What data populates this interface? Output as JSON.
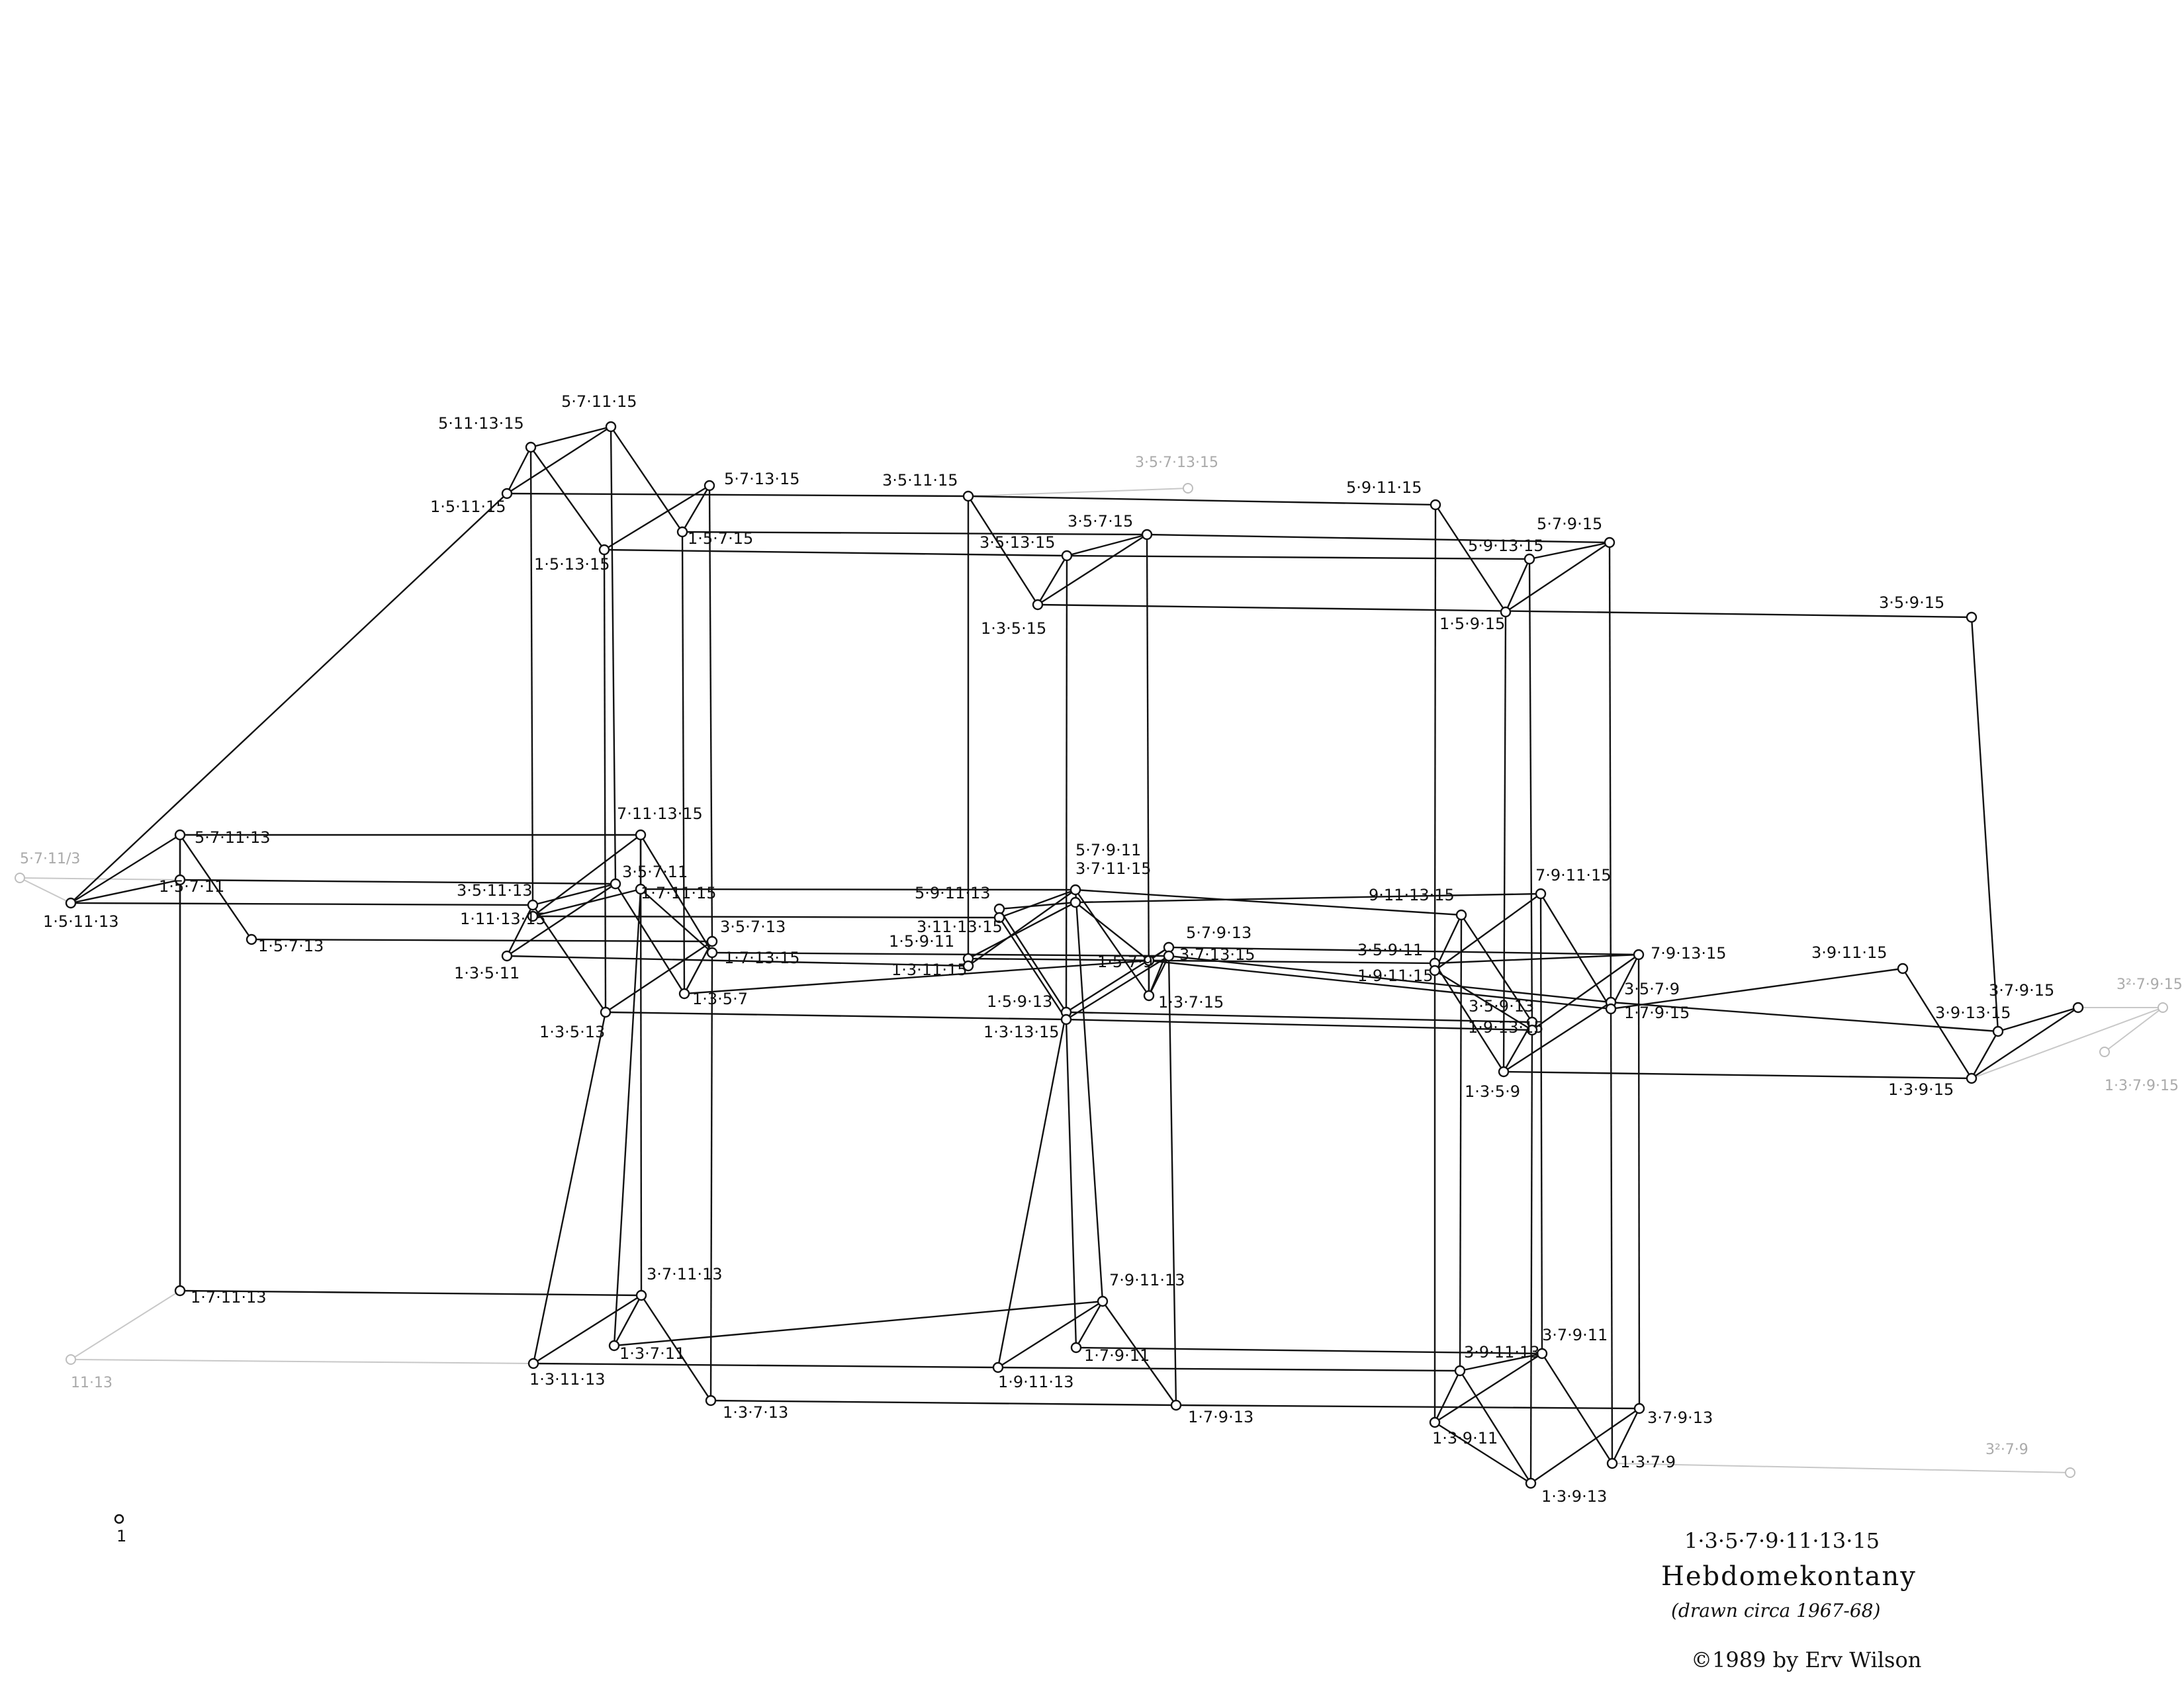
{
  "caption": {
    "series": "1·3·5·7·9·11·13·15",
    "title": "Hebdomekontany",
    "subtitle": "(drawn circa 1967-68)",
    "copyright": "©1989 by Erv Wilson"
  },
  "nodes": [
    {
      "id": "5.7.11.15",
      "label": "5·7·11·15"
    },
    {
      "id": "5.11.13.15",
      "label": "5·11·13·15"
    },
    {
      "id": "1.5.11.15",
      "label": "1·5·11·15"
    },
    {
      "id": "1.5.13.15",
      "label": "1·5·13·15"
    },
    {
      "id": "5.7.13.15",
      "label": "5·7·13·15"
    },
    {
      "id": "1.5.7.15",
      "label": "1·5·7·15"
    },
    {
      "id": "3.5.11.15",
      "label": "3·5·11·15"
    },
    {
      "id": "3.5.7.15",
      "label": "3·5·7·15"
    },
    {
      "id": "3.5.13.15",
      "label": "3·5·13·15"
    },
    {
      "id": "1.3.5.15",
      "label": "1·3·5·15"
    },
    {
      "id": "5.9.11.15",
      "label": "5·9·11·15"
    },
    {
      "id": "5.7.9.15",
      "label": "5·7·9·15"
    },
    {
      "id": "5.9.13.15",
      "label": "5·9·13·15"
    },
    {
      "id": "1.5.9.15",
      "label": "1·5·9·15"
    },
    {
      "id": "3.5.9.15",
      "label": "3·5·9·15"
    },
    {
      "id": "5.7.11.13",
      "label": "5·7·11·13"
    },
    {
      "id": "1.5.7.11",
      "label": "1·5·7·11"
    },
    {
      "id": "1.5.11.13",
      "label": "1·5·11·13"
    },
    {
      "id": "1.5.7.13",
      "label": "1·5·7·13"
    },
    {
      "id": "7.11.13.15",
      "label": "7·11·13·15"
    },
    {
      "id": "3.5.11.13",
      "label": "3·5·11·13"
    },
    {
      "id": "1.11.13.15",
      "label": "1·11·13·15"
    },
    {
      "id": "3.5.7.11",
      "label": "3·5·7·11"
    },
    {
      "id": "1.7.11.15",
      "label": "1·7·11·15"
    },
    {
      "id": "3.5.7.13",
      "label": "3·5·7·13"
    },
    {
      "id": "1.7.13.15",
      "label": "1·7·13·15"
    },
    {
      "id": "1.3.5.11",
      "label": "1·3·5·11"
    },
    {
      "id": "1.3.5.7",
      "label": "1·3·5·7"
    },
    {
      "id": "1.3.5.13",
      "label": "1·3·5·13"
    },
    {
      "id": "5.7.9.11",
      "label": "5·7·9·11"
    },
    {
      "id": "3.7.11.15",
      "label": "3·7·11·15"
    },
    {
      "id": "5.9.11.13",
      "label": "5·9·11·13"
    },
    {
      "id": "3.11.13.15",
      "label": "3·11·13·15"
    },
    {
      "id": "1.5.9.11",
      "label": "1·5·9·11"
    },
    {
      "id": "1.3.11.15",
      "label": "1·3·11·15"
    },
    {
      "id": "5.7.9.13",
      "label": "5·7·9·13"
    },
    {
      "id": "3.7.13.15",
      "label": "3·7·13·15"
    },
    {
      "id": "1.5.7.9",
      "label": "1·5·7·9"
    },
    {
      "id": "1.5.9.13",
      "label": "1·5·9·13"
    },
    {
      "id": "1.3.7.15",
      "label": "1·3·7·15"
    },
    {
      "id": "1.3.13.15",
      "label": "1·3·13·15"
    },
    {
      "id": "9.11.13.15",
      "label": "9·11·13·15"
    },
    {
      "id": "7.9.11.15",
      "label": "7·9·11·15"
    },
    {
      "id": "3.5.9.11",
      "label": "3·5·9·11"
    },
    {
      "id": "1.9.11.15",
      "label": "1·9·11·15"
    },
    {
      "id": "7.9.13.15",
      "label": "7·9·13·15"
    },
    {
      "id": "3.5.7.9",
      "label": "3·5·7·9"
    },
    {
      "id": "3.5.9.13",
      "label": "3·5·9·13"
    },
    {
      "id": "1.9.13.15",
      "label": "1·9·13·15"
    },
    {
      "id": "1.7.9.15",
      "label": "1·7·9·15"
    },
    {
      "id": "1.3.5.9",
      "label": "1·3·5·9"
    },
    {
      "id": "3.9.11.15",
      "label": "3·9·11·15"
    },
    {
      "id": "3.7.9.15",
      "label": "3·7·9·15"
    },
    {
      "id": "3.9.13.15",
      "label": "3·9·13·15"
    },
    {
      "id": "1.3.9.15",
      "label": "1·3·9·15"
    },
    {
      "id": "1.7.11.13",
      "label": "1·7·11·13"
    },
    {
      "id": "3.7.11.13",
      "label": "3·7·11·13"
    },
    {
      "id": "1.3.7.11",
      "label": "1·3·7·11"
    },
    {
      "id": "1.3.11.13",
      "label": "1·3·11·13"
    },
    {
      "id": "1.3.7.13",
      "label": "1·3·7·13"
    },
    {
      "id": "7.9.11.13",
      "label": "7·9·11·13"
    },
    {
      "id": "1.7.9.11",
      "label": "1·7·9·11"
    },
    {
      "id": "1.9.11.13",
      "label": "1·9·11·13"
    },
    {
      "id": "1.7.9.13",
      "label": "1·7·9·13"
    },
    {
      "id": "3.9.11.13",
      "label": "3·9·11·13"
    },
    {
      "id": "3.7.9.11",
      "label": "3·7·9·11"
    },
    {
      "id": "1.3.9.11",
      "label": "1·3·9·11"
    },
    {
      "id": "3.7.9.13",
      "label": "3·7·9·13"
    },
    {
      "id": "1.3.7.9",
      "label": "1·3·7·9"
    },
    {
      "id": "1.3.9.13",
      "label": "1·3·9·13"
    }
  ],
  "faint_nodes": [
    {
      "id": "f-3.5.7.13.15",
      "label": "3·5·7·13·15"
    },
    {
      "id": "f-left-top",
      "label": "5·7·11/3"
    },
    {
      "id": "f-left-bottom",
      "label": "11·13"
    },
    {
      "id": "f-right-top",
      "label": "3²·7·9·15"
    },
    {
      "id": "f-right-mid",
      "label": "1·3·7·9·15"
    },
    {
      "id": "f-right-bottom",
      "label": "3²·7·9"
    }
  ],
  "edges": [
    [
      "5.11.13.15",
      "5.7.11.15"
    ],
    [
      "5.11.13.15",
      "1.5.11.15"
    ],
    [
      "5.11.13.15",
      "1.5.13.15"
    ],
    [
      "5.7.11.15",
      "1.5.11.15"
    ],
    [
      "5.7.11.15",
      "1.5.7.15"
    ],
    [
      "1.5.13.15",
      "5.7.13.15"
    ],
    [
      "1.5.7.15",
      "5.7.13.15"
    ],
    [
      "1.5.11.15",
      "3.5.11.15"
    ],
    [
      "1.5.13.15",
      "3.5.13.15"
    ],
    [
      "1.5.7.15",
      "3.5.7.15"
    ],
    [
      "3.5.11.15",
      "5.9.11.15"
    ],
    [
      "3.5.11.15",
      "1.3.5.15"
    ],
    [
      "3.5.13.15",
      "1.3.5.15"
    ],
    [
      "3.5.13.15",
      "3.5.7.15"
    ],
    [
      "3.5.7.15",
      "1.3.5.15"
    ],
    [
      "1.3.5.15",
      "3.5.9.15"
    ],
    [
      "5.9.11.15",
      "1.5.9.15"
    ],
    [
      "5.9.13.15",
      "1.5.9.15"
    ],
    [
      "5.9.13.15",
      "5.7.9.15"
    ],
    [
      "5.7.9.15",
      "1.5.9.15"
    ],
    [
      "3.5.13.15",
      "5.9.13.15"
    ],
    [
      "3.5.7.15",
      "5.7.9.15"
    ],
    [
      "3.5.9.15",
      "3.9.13.15"
    ],
    [
      "5.7.11.13",
      "1.5.11.13"
    ],
    [
      "5.7.11.13",
      "1.5.7.11"
    ],
    [
      "5.7.11.13",
      "1.5.7.13"
    ],
    [
      "1.5.11.13",
      "1.5.7.11"
    ],
    [
      "5.7.11.13",
      "7.11.13.15"
    ],
    [
      "5.7.11.13",
      "1.7.11.13"
    ],
    [
      "1.5.11.13",
      "3.5.11.13"
    ],
    [
      "1.5.7.11",
      "3.5.7.11"
    ],
    [
      "1.5.7.13",
      "3.5.7.13"
    ],
    [
      "7.11.13.15",
      "1.11.13.15"
    ],
    [
      "7.11.13.15",
      "1.7.11.15"
    ],
    [
      "7.11.13.15",
      "1.7.13.15"
    ],
    [
      "3.5.11.13",
      "3.5.7.11"
    ],
    [
      "3.5.11.13",
      "1.3.5.11"
    ],
    [
      "3.5.11.13",
      "1.3.5.13"
    ],
    [
      "3.5.7.11",
      "1.3.5.11"
    ],
    [
      "3.5.7.11",
      "1.3.5.7"
    ],
    [
      "3.5.7.13",
      "1.3.5.13"
    ],
    [
      "3.5.7.13",
      "1.3.5.7"
    ],
    [
      "1.11.13.15",
      "1.7.11.15"
    ],
    [
      "1.7.11.15",
      "1.7.13.15"
    ],
    [
      "1.11.13.15",
      "3.11.13.15"
    ],
    [
      "1.7.11.15",
      "3.7.11.15"
    ],
    [
      "1.7.13.15",
      "3.7.13.15"
    ],
    [
      "1.3.5.11",
      "1.3.11.15"
    ],
    [
      "1.3.5.7",
      "1.5.7.9"
    ],
    [
      "1.3.5.13",
      "1.3.13.15"
    ],
    [
      "5.7.9.11",
      "5.9.11.13"
    ],
    [
      "5.7.9.11",
      "1.5.9.11"
    ],
    [
      "5.7.9.11",
      "1.5.7.9"
    ],
    [
      "3.7.11.15",
      "1.3.11.15"
    ],
    [
      "3.7.11.15",
      "3.11.13.15"
    ],
    [
      "3.7.11.15",
      "1.3.7.15"
    ],
    [
      "5.9.11.13",
      "1.5.9.13"
    ],
    [
      "3.11.13.15",
      "1.3.13.15"
    ],
    [
      "1.3.13.15",
      "3.7.13.15"
    ],
    [
      "1.5.9.13",
      "5.7.9.13"
    ],
    [
      "5.7.9.13",
      "1.5.7.9"
    ],
    [
      "5.7.9.13",
      "1.3.7.15"
    ],
    [
      "3.7.13.15",
      "1.3.7.15"
    ],
    [
      "1.5.7.9",
      "1.3.7.15"
    ],
    [
      "5.7.9.11",
      "7.9.11.15"
    ],
    [
      "3.7.11.15",
      "9.11.13.15"
    ],
    [
      "1.5.9.11",
      "3.5.9.11"
    ],
    [
      "5.7.9.13",
      "7.9.13.15"
    ],
    [
      "3.7.13.15",
      "3.5.7.9"
    ],
    [
      "1.5.9.13",
      "3.5.9.13"
    ],
    [
      "1.3.13.15",
      "1.9.13.15"
    ],
    [
      "1.5.7.9",
      "1.7.9.15"
    ],
    [
      "9.11.13.15",
      "1.9.11.15"
    ],
    [
      "9.11.13.15",
      "3.5.9.13"
    ],
    [
      "7.9.11.15",
      "1.9.11.15"
    ],
    [
      "7.9.11.15",
      "1.7.9.15"
    ],
    [
      "3.5.9.11",
      "1.3.5.9"
    ],
    [
      "3.5.9.11",
      "7.9.13.15"
    ],
    [
      "1.9.11.15",
      "1.9.13.15"
    ],
    [
      "3.5.9.13",
      "1.3.5.9"
    ],
    [
      "1.9.13.15",
      "7.9.13.15"
    ],
    [
      "7.9.13.15",
      "1.7.9.15"
    ],
    [
      "1.3.5.9",
      "3.5.7.9"
    ],
    [
      "3.5.7.9",
      "1.7.9.15"
    ],
    [
      "1.7.9.15",
      "3.9.11.15"
    ],
    [
      "3.9.11.15",
      "1.3.9.15"
    ],
    [
      "3.9.13.15",
      "1.3.9.15"
    ],
    [
      "3.9.13.15",
      "3.7.9.15"
    ],
    [
      "1.3.9.15",
      "3.7.9.15"
    ],
    [
      "3.5.7.9",
      "3.9.13.15"
    ],
    [
      "1.3.5.9",
      "1.3.9.15"
    ],
    [
      "1.7.11.13",
      "3.7.11.13"
    ],
    [
      "3.7.11.13",
      "1.3.7.11"
    ],
    [
      "3.7.11.13",
      "1.3.11.13"
    ],
    [
      "3.7.11.13",
      "1.3.7.13"
    ],
    [
      "1.3.7.11",
      "7.9.11.13"
    ],
    [
      "1.3.11.13",
      "1.9.11.13"
    ],
    [
      "1.3.7.13",
      "1.7.9.13"
    ],
    [
      "7.9.11.13",
      "1.9.11.13"
    ],
    [
      "7.9.11.13",
      "1.7.9.11"
    ],
    [
      "7.9.11.13",
      "1.7.9.13"
    ],
    [
      "1.7.9.11",
      "3.7.9.11"
    ],
    [
      "1.9.11.13",
      "3.9.11.13"
    ],
    [
      "1.7.9.13",
      "3.7.9.13"
    ],
    [
      "3.9.11.13",
      "1.3.9.11"
    ],
    [
      "3.9.11.13",
      "3.7.9.11"
    ],
    [
      "3.9.11.13",
      "1.3.9.13"
    ],
    [
      "3.7.9.11",
      "1.3.9.11"
    ],
    [
      "3.7.9.11",
      "1.3.7.9"
    ],
    [
      "3.7.9.13",
      "1.3.9.13"
    ],
    [
      "3.7.9.13",
      "1.3.7.9"
    ],
    [
      "1.3.9.11",
      "1.3.9.13"
    ],
    [
      "1.5.11.15",
      "1.5.11.13"
    ],
    [
      "1.5.13.15",
      "1.3.5.13"
    ],
    [
      "5.7.13.15",
      "3.5.7.13"
    ],
    [
      "1.5.7.15",
      "1.3.5.7"
    ],
    [
      "5.11.13.15",
      "3.5.11.13"
    ],
    [
      "5.7.11.15",
      "3.5.7.11"
    ],
    [
      "3.5.11.15",
      "1.5.9.11"
    ],
    [
      "3.5.7.15",
      "1.3.7.15"
    ],
    [
      "3.5.13.15",
      "1.5.9.13"
    ],
    [
      "5.9.11.15",
      "1.9.11.15"
    ],
    [
      "1.5.9.15",
      "1.3.5.9"
    ],
    [
      "5.7.9.15",
      "1.7.9.15"
    ],
    [
      "5.9.13.15",
      "1.9.13.15"
    ],
    [
      "1.5.7.11",
      "1.7.11.13"
    ],
    [
      "1.3.5.13",
      "1.3.11.13"
    ],
    [
      "7.11.13.15",
      "3.7.11.13"
    ],
    [
      "1.7.11.15",
      "1.3.7.11"
    ],
    [
      "1.7.13.15",
      "1.3.7.13"
    ],
    [
      "1.5.9.13",
      "1.9.11.13"
    ],
    [
      "3.7.11.15",
      "7.9.11.13"
    ],
    [
      "1.3.13.15",
      "1.7.9.11"
    ],
    [
      "3.7.13.15",
      "1.7.9.13"
    ],
    [
      "9.11.13.15",
      "3.9.11.13"
    ],
    [
      "1.9.11.15",
      "1.3.9.11"
    ],
    [
      "7.9.11.15",
      "3.7.9.11"
    ],
    [
      "3.5.9.13",
      "1.3.9.13"
    ],
    [
      "7.9.13.15",
      "3.7.9.13"
    ],
    [
      "3.5.7.9",
      "1.3.7.9"
    ]
  ],
  "faint_edges": [
    [
      "f-3.5.7.13.15",
      "3.5.11.15"
    ],
    [
      "f-left-top",
      "1.5.11.13"
    ],
    [
      "f-left-top",
      "1.5.7.11"
    ],
    [
      "f-left-bottom",
      "1.7.11.13"
    ],
    [
      "f-left-bottom",
      "1.3.11.13"
    ],
    [
      "f-right-top",
      "3.7.9.15"
    ],
    [
      "f-right-top",
      "1.3.9.15"
    ],
    [
      "f-right-mid",
      "f-right-top"
    ],
    [
      "f-right-bottom",
      "1.3.7.9"
    ]
  ],
  "marks": {
    "small_node_label": "1"
  }
}
